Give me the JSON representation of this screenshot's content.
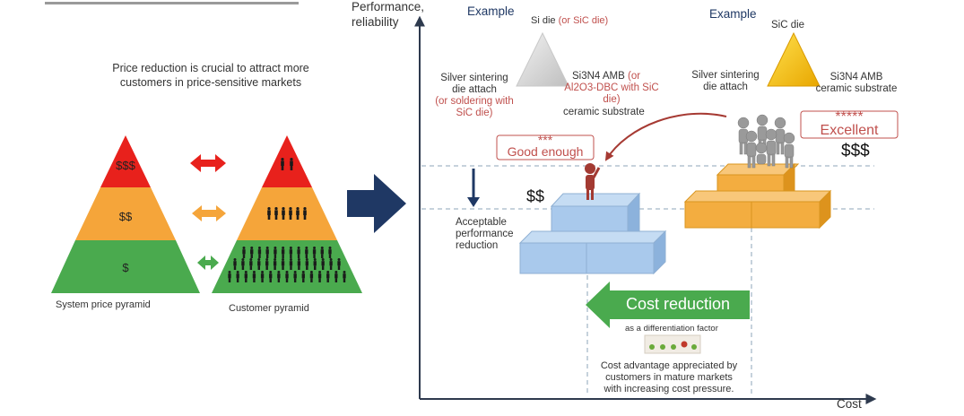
{
  "left": {
    "headline_line1": "Price reduction is crucial to attract more",
    "headline_line2": "customers in price-sensitive markets",
    "price_pyramid": {
      "caption": "System price pyramid",
      "tiers": [
        "$$$",
        "$$",
        "$"
      ]
    },
    "customer_pyramid": {
      "caption": "Customer pyramid",
      "tiers": [
        "few",
        "medium",
        "many"
      ]
    },
    "colors": {
      "red": "#e8211c",
      "orange": "#f5a53a",
      "green": "#4aaa4e"
    }
  },
  "right": {
    "y_axis_label_line1": "Performance,",
    "y_axis_label_line2": "reliability",
    "x_axis_label": "Cost",
    "example_left": {
      "title": "Example",
      "top_label_black": "Si die",
      "top_label_red": "(or SiC die)",
      "left_line1": "Silver sintering",
      "left_line2": "die attach",
      "left_red_line1": "(or soldering with",
      "left_red_line2": "SiC die)",
      "right_line1_black": "Si3N4 AMB",
      "right_line1_red": "(or",
      "right_red_line2": "Al2O3-DBC with SiC",
      "right_red_line3": "die)",
      "right_line4": "ceramic substrate"
    },
    "example_right": {
      "title": "Example",
      "top_label": "SiC die",
      "left_line1": "Silver sintering",
      "left_line2": "die attach",
      "right_line1": "Si3N4 AMB",
      "right_line2": "ceramic substrate"
    },
    "good_enough": {
      "stars": "***",
      "label": "Good enough",
      "price": "$$"
    },
    "excellent": {
      "stars": "*****",
      "label": "Excellent",
      "price": "$$$"
    },
    "acceptable_line1": "Acceptable",
    "acceptable_line2": "performance",
    "acceptable_line3": "reduction",
    "cost_reduction": {
      "label": "Cost reduction",
      "sub": "as a differentiation factor",
      "note_line1": "Cost advantage appreciated by",
      "note_line2": "customers in mature markets",
      "note_line3": "with increasing cost pressure."
    }
  }
}
